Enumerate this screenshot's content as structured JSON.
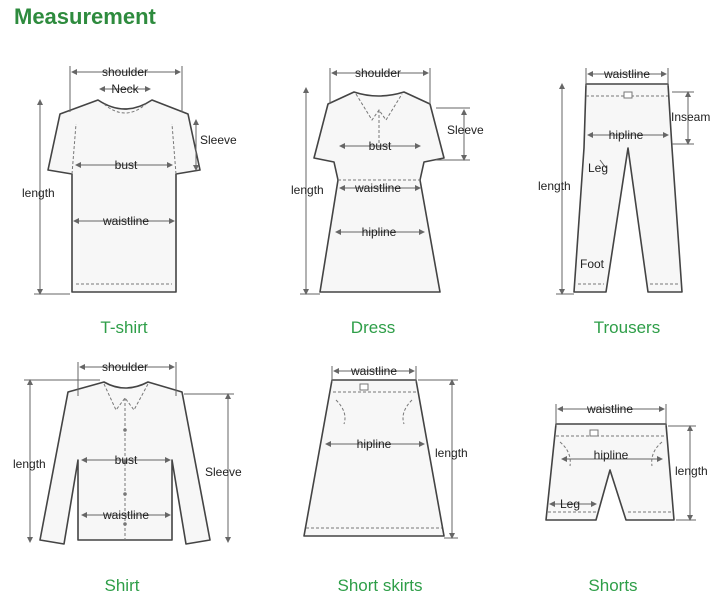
{
  "title": "Measurement",
  "garments": {
    "tshirt": {
      "caption": "T-shirt",
      "labels": {
        "shoulder": "shoulder",
        "neck": "Neck",
        "sleeve": "Sleeve",
        "bust": "bust",
        "length": "length",
        "waistline": "waistline"
      }
    },
    "dress": {
      "caption": "Dress",
      "labels": {
        "shoulder": "shoulder",
        "sleeve": "Sleeve",
        "bust": "bust",
        "length": "length",
        "waistline": "waistline",
        "hipline": "hipline"
      }
    },
    "trousers": {
      "caption": "Trousers",
      "labels": {
        "waistline": "waistline",
        "inseam": "Inseam",
        "hipline": "hipline",
        "leg": "Leg",
        "length": "length",
        "foot": "Foot"
      }
    },
    "shirt": {
      "caption": "Shirt",
      "labels": {
        "shoulder": "shoulder",
        "length": "length",
        "bust": "bust",
        "sleeve": "Sleeve",
        "waistline": "waistline"
      }
    },
    "shortskirt": {
      "caption": "Short skirts",
      "labels": {
        "waistline": "waistline",
        "hipline": "hipline",
        "length": "length"
      }
    },
    "shorts": {
      "caption": "Shorts",
      "labels": {
        "waistline": "waistline",
        "hipline": "hipline",
        "length": "length",
        "leg": "Leg"
      }
    }
  },
  "colors": {
    "title": "#2e8b3e",
    "caption": "#2e9e48"
  }
}
